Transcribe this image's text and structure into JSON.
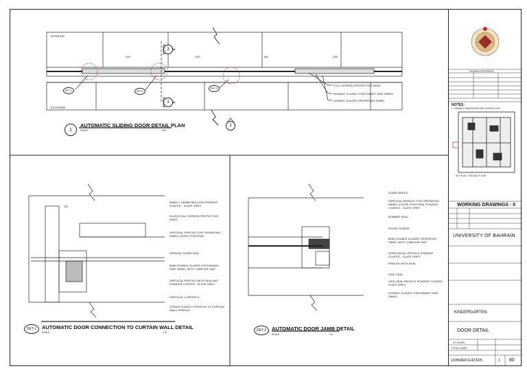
{
  "plan": {
    "interior": "INTERIOR",
    "exterior": "EXTERIOR",
    "dims": [
      "100",
      "100",
      "100",
      "100"
    ],
    "callouts": [
      "FULL SCREEN PROTECTIVE WING",
      "DOUBLE GLAZED STATIONARY SIDE PANEL",
      "DOUBLE GLAZED OPERATING PANEL"
    ],
    "det_tags": [
      "DET-1",
      "DET-2",
      "DET-3"
    ],
    "section_marks": [
      "3",
      "3",
      "2"
    ],
    "title_num": "1",
    "title": "AUTOMATIC SLIDING DOOR DETAIL PLAN",
    "scale_left": "SCALE",
    "scale_right": "1:50"
  },
  "det1": {
    "tag": "DET-1",
    "title": "AUTOMATIC DOOR CONNECTION TO CURTAIN WALL DETAIL",
    "scale_left": "SCALE",
    "scale_right": "1:5",
    "dim": "50",
    "notes": [
      "50MM X 150MM MULLION POWDER COATED - SLATE GREY",
      "GLASS FULL SCREEN PROTECTIVE WING",
      "VERTICAL PROFILE FOR OPERATING PANEL (OPEN POSITION)",
      "GROUND GUIDE RAIL",
      "6MM DOUBLE GLAZED STATIONARY SIDE PANEL WITH 12MM AIR GAP",
      "VERTICAL PROFILE WITH SEALANT POWDER COATED - SLATE GREY",
      "VERTICAL U PROFILE",
      "SCREW FIXING U PROFILE TO CURTAIN WALL PROFILE"
    ]
  },
  "det2": {
    "tag": "DET-2",
    "title": "AUTOMATIC DOOR JAMB DETAIL",
    "scale_left": "SCALE",
    "scale_right": "1:5",
    "notes": [
      "GUIDE ANGLE",
      "VERTICAL PROFILE FOR OPERATING PANEL (CLOSE POSITION) POWDER COATED - SLATE GREY",
      "RUBBER SEAL",
      "FIXING SCREW",
      "6MM DOUBLE GLAZED OPERATING PANEL WITH 12MM AIR GAP",
      "HORIZONTAL PROFILE POWDER COATED - SLATE GREY",
      "SPACER WITH SEAL",
      "SIDE SEAL",
      "SIDE SEAL PROFILE POWDER COATED - SLATE GREY",
      "DOUBLE GLAZED STATIONARY SIDE PANEL"
    ]
  },
  "titleblock": {
    "drawing_reference": "DRAWING REFERENCE",
    "notes_head": "NOTES:",
    "notes_1": "1. DRAWING DIMENSIONS ARE SHOWN IN MM",
    "key_plan": "KEY PLAN - GROUND FLOOR",
    "sheet_title": "WORKING DRAWINGS - II",
    "university": "UNIVERSITY OF BAHRAIN",
    "project": "KINDERGARTEN",
    "drawing": "DOOR DETAIL",
    "student": "FATIMA JAWAD",
    "as_shown": "AS SHOWN",
    "drawing_no": "UOB/ARCG423/25",
    "revision": "1",
    "sheet_no": "80"
  }
}
